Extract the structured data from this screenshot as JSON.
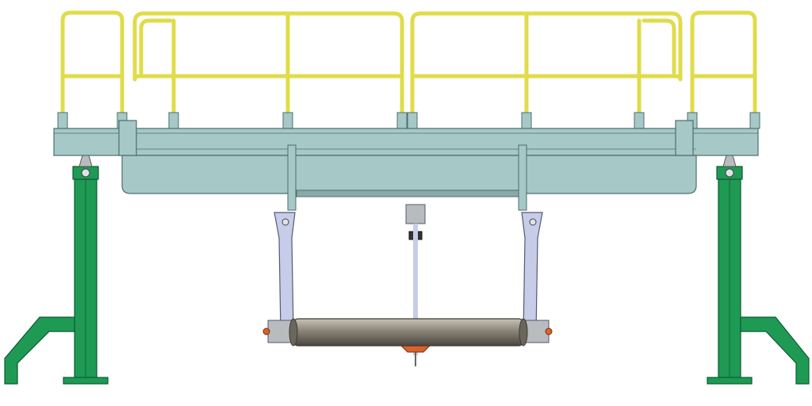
{
  "figure": {
    "colors": {
      "background": "#ffffff",
      "railing": "#e0dc4a",
      "railing_edge": "#8a8420",
      "platform": "#a6c8c7",
      "platform_edge": "#4e6e6d",
      "support": "#1f9a55",
      "support_edge": "#0d5a2f",
      "hanger": "#c7cde8",
      "hanger_edge": "#555a72",
      "roller": "#8a8478",
      "roller_edge": "#3c3a35",
      "fastener": "#d9622b",
      "bracket": "#b8bcbf"
    },
    "components": [
      "railing-left-end",
      "railing-section-left",
      "railing-section-right",
      "railing-right-end",
      "platform-deck",
      "support-leg-left",
      "support-leg-right",
      "hanger-arm-left",
      "hanger-arm-right",
      "center-rod",
      "roller"
    ]
  }
}
